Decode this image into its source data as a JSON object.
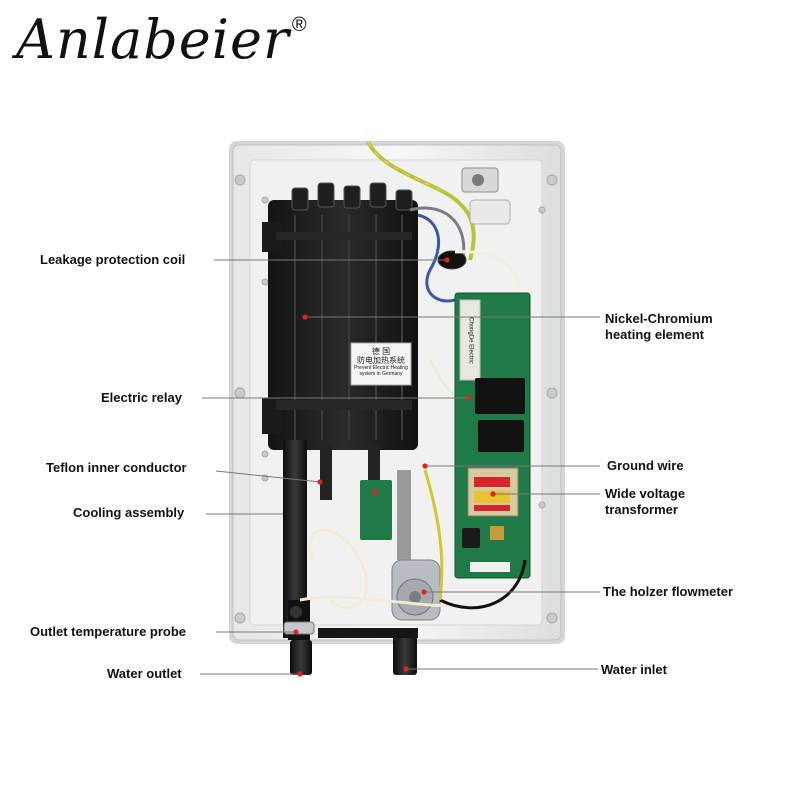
{
  "brand": {
    "name": "Anlabeier",
    "mark": "®"
  },
  "product_sticker": {
    "line1": "德 国",
    "line2": "防电加热系统",
    "line3": "Prevent Electric Heating",
    "line4": "system in Germany"
  },
  "board_print": "ChongDe Electric",
  "labels": [
    {
      "id": "leakage-protection-coil",
      "lines": [
        "Leakage protection coil"
      ],
      "side": "left"
    },
    {
      "id": "nickel-chromium-heating-element",
      "lines": [
        "Nickel-Chromium",
        "heating element"
      ],
      "side": "right"
    },
    {
      "id": "electric-relay",
      "lines": [
        "Electric relay"
      ],
      "side": "left"
    },
    {
      "id": "teflon-inner-conductor",
      "lines": [
        "Teflon inner conductor"
      ],
      "side": "left"
    },
    {
      "id": "ground-wire",
      "lines": [
        "Ground wire"
      ],
      "side": "right"
    },
    {
      "id": "wide-voltage-transformer",
      "lines": [
        "Wide voltage",
        "transformer"
      ],
      "side": "right"
    },
    {
      "id": "cooling-assembly",
      "lines": [
        "Cooling assembly"
      ],
      "side": "left"
    },
    {
      "id": "holzer-flowmeter",
      "lines": [
        "The holzer flowmeter"
      ],
      "side": "right"
    },
    {
      "id": "outlet-temperature-probe",
      "lines": [
        "Outlet temperature probe"
      ],
      "side": "left"
    },
    {
      "id": "water-outlet",
      "lines": [
        "Water outlet"
      ],
      "side": "left"
    },
    {
      "id": "water-inlet",
      "lines": [
        "Water inlet"
      ],
      "side": "right"
    }
  ]
}
